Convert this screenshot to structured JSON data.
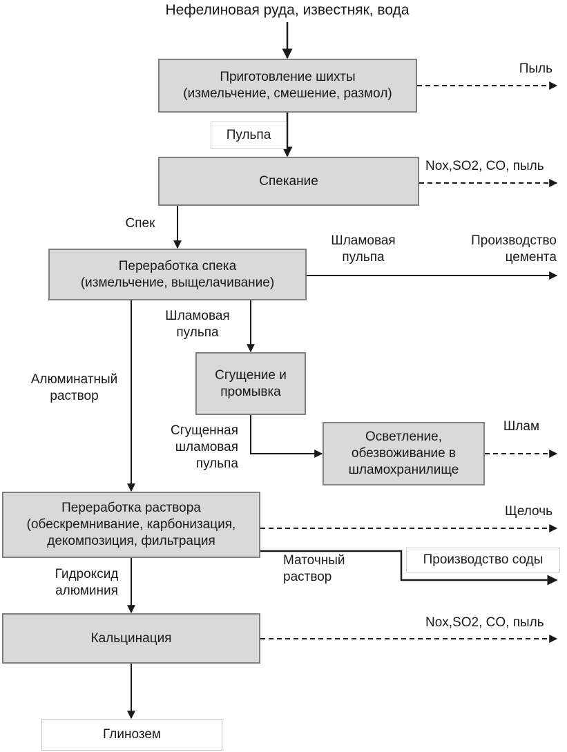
{
  "diagram": {
    "title": "Нефелиновая руда, известняк, вода",
    "colors": {
      "process_fill": "#d9d9d9",
      "process_border": "#808080",
      "terminal_fill": "#ffffff",
      "line": "#1a1a1a",
      "text": "#1a1a1a"
    },
    "input_label": "Нефелиновая руда, известняк, вода",
    "nodes": [
      {
        "id": "n1",
        "label": "Приготовление шихты\n(измельчение, смешение, размол)",
        "kind": "process"
      },
      {
        "id": "n2",
        "label": "Спекание",
        "kind": "process"
      },
      {
        "id": "n3",
        "label": "Переработка спека\n(измельчение, выщелачивание)",
        "kind": "process"
      },
      {
        "id": "n4",
        "label": "Сгущение и\nпромывка",
        "kind": "process"
      },
      {
        "id": "n5",
        "label": "Осветление,\nобезвоживание в\nшламохранилище",
        "kind": "process"
      },
      {
        "id": "n6",
        "label": "Переработка раствора\n(обескремнивание, карбонизация,\nдекомпозиция, фильтрация",
        "kind": "process"
      },
      {
        "id": "n7",
        "label": "Кальцинация",
        "kind": "process"
      },
      {
        "id": "n8",
        "label": "Глинозем",
        "kind": "terminal"
      },
      {
        "id": "n9",
        "label": "Пульпа",
        "kind": "label-box"
      },
      {
        "id": "n10",
        "label": "Производство соды",
        "kind": "label-box"
      }
    ],
    "edge_labels": {
      "pulp": "Пульпа",
      "sinter": "Спек",
      "dust_1": "Пыль",
      "emissions_sintering": "Nox,SO2, CO, пыль",
      "slurry_pulp_right": "Шламовая\nпульпа",
      "cement_production": "Производство\nцемента",
      "slurry_pulp_down": "Шламовая\nпульпа",
      "aluminate_solution": "Алюминатный\nраствор",
      "thickened_slurry": "Сгущенная\nшламовая\nпульпа",
      "sludge": "Шлам",
      "alkali": "Щелочь",
      "mother_liquor": "Маточный\nраствор",
      "soda_production": "Производство соды",
      "aluminium_hydroxide": "Гидроксид\nалюминия",
      "emissions_calcination": "Nox,SO2, CO, пыль"
    }
  }
}
